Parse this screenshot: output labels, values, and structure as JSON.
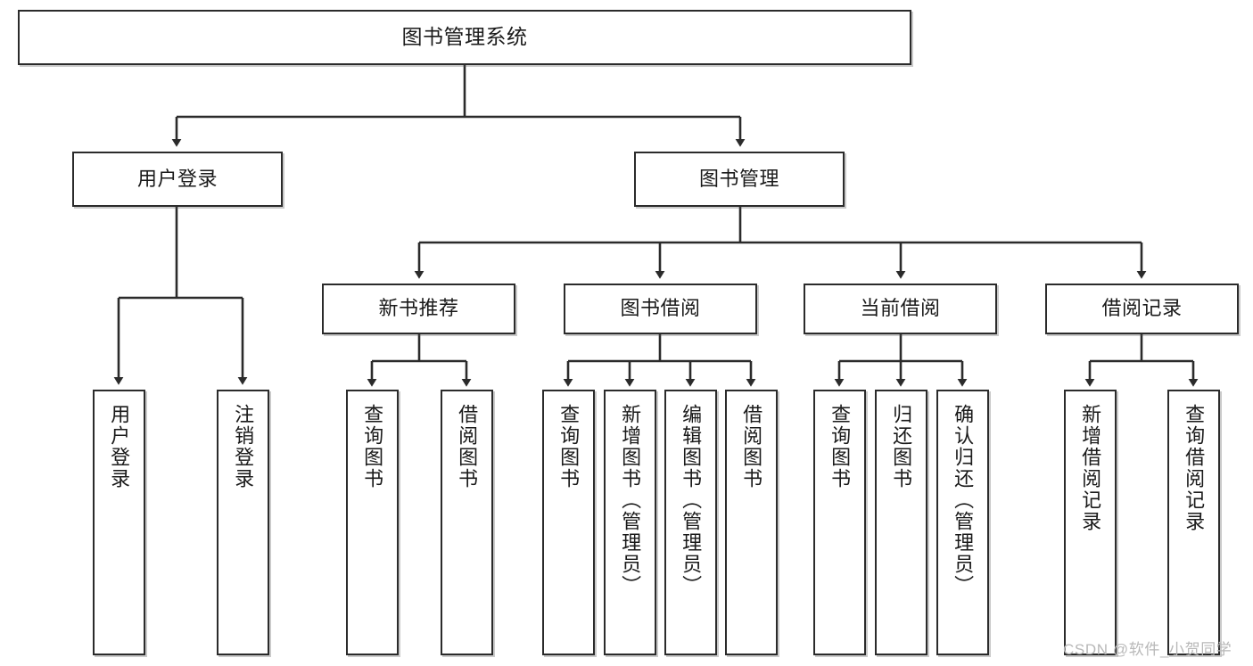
{
  "diagram": {
    "title": "图书管理系统",
    "type": "tree-hierarchy-diagram",
    "watermark": "CSDN @软件_小贺同学",
    "colors": {
      "border": "#2b2b2b",
      "fill": "#ffffff",
      "text": "#1a1a1a",
      "edge": "#2b2b2b",
      "watermark": "#b8b8b8"
    },
    "nodes": [
      {
        "id": "root",
        "label": "图书管理系统",
        "level": 0,
        "orientation": "horizontal"
      },
      {
        "id": "user_login",
        "label": "用户登录",
        "level": 1,
        "orientation": "horizontal",
        "parent": "root"
      },
      {
        "id": "book_mgmt",
        "label": "图书管理",
        "level": 1,
        "orientation": "horizontal",
        "parent": "root"
      },
      {
        "id": "new_book_rec",
        "label": "新书推荐",
        "level": 2,
        "orientation": "horizontal",
        "parent": "book_mgmt"
      },
      {
        "id": "book_borrow",
        "label": "图书借阅",
        "level": 2,
        "orientation": "horizontal",
        "parent": "book_mgmt"
      },
      {
        "id": "current_borrow",
        "label": "当前借阅",
        "level": 2,
        "orientation": "horizontal",
        "parent": "book_mgmt"
      },
      {
        "id": "borrow_record",
        "label": "借阅记录",
        "level": 2,
        "orientation": "horizontal",
        "parent": "book_mgmt"
      },
      {
        "id": "leaf_user_login",
        "label": "用户登录",
        "level": 2,
        "orientation": "vertical",
        "parent": "user_login"
      },
      {
        "id": "leaf_logout",
        "label": "注销登录",
        "level": 2,
        "orientation": "vertical",
        "parent": "user_login"
      },
      {
        "id": "leaf_q_book_1",
        "label": "查询图书",
        "level": 3,
        "orientation": "vertical",
        "parent": "new_book_rec"
      },
      {
        "id": "leaf_borrow_1",
        "label": "借阅图书",
        "level": 3,
        "orientation": "vertical",
        "parent": "new_book_rec"
      },
      {
        "id": "leaf_q_book_2",
        "label": "查询图书",
        "level": 3,
        "orientation": "vertical",
        "parent": "book_borrow"
      },
      {
        "id": "leaf_add_book",
        "label": "新增图书（管理员）",
        "level": 3,
        "orientation": "vertical",
        "parent": "book_borrow"
      },
      {
        "id": "leaf_edit_book",
        "label": "编辑图书（管理员）",
        "level": 3,
        "orientation": "vertical",
        "parent": "book_borrow"
      },
      {
        "id": "leaf_borrow_2",
        "label": "借阅图书",
        "level": 3,
        "orientation": "vertical",
        "parent": "book_borrow"
      },
      {
        "id": "leaf_q_book_3",
        "label": "查询图书",
        "level": 3,
        "orientation": "vertical",
        "parent": "current_borrow"
      },
      {
        "id": "leaf_return",
        "label": "归还图书",
        "level": 3,
        "orientation": "vertical",
        "parent": "current_borrow"
      },
      {
        "id": "leaf_conf_ret",
        "label": "确认归还（管理员）",
        "level": 3,
        "orientation": "vertical",
        "parent": "current_borrow"
      },
      {
        "id": "leaf_add_rec",
        "label": "新增借阅记录",
        "level": 3,
        "orientation": "vertical",
        "parent": "borrow_record"
      },
      {
        "id": "leaf_q_rec",
        "label": "查询借阅记录",
        "level": 3,
        "orientation": "vertical",
        "parent": "borrow_record"
      }
    ]
  }
}
